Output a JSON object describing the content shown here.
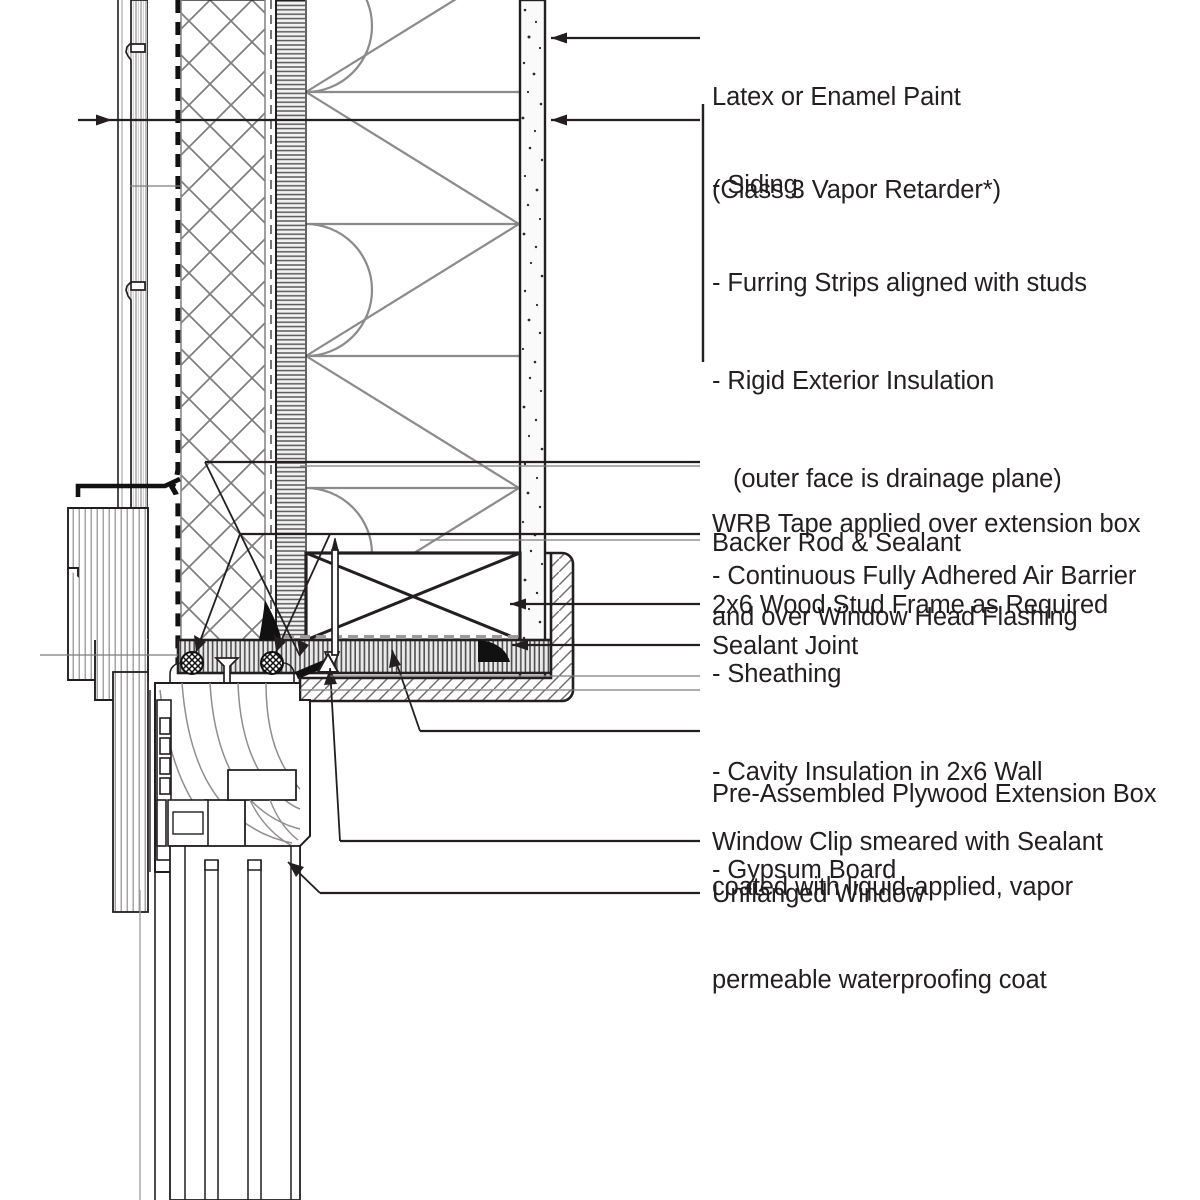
{
  "drawing": {
    "type": "architectural-wall-section-detail",
    "subject": "Window head detail — exterior insulated 2x6 wood frame wall with unflanged window and pre-assembled plywood extension box",
    "background_color": "#ffffff",
    "line_color": "#231f20",
    "hatch_color": "#6d6d6d",
    "text_color": "#231f20"
  },
  "labels": {
    "paint": {
      "line1": "Latex or Enamel Paint",
      "line2": "(Class 3 Vapor Retarder*)"
    },
    "assembly_list": {
      "items": [
        "- Siding",
        "- Furring Strips aligned with studs",
        "- Rigid Exterior Insulation",
        "   (outer face is drainage plane)",
        "- Continuous Fully Adhered Air Barrier",
        "- Sheathing",
        "- Cavity Insulation in 2x6 Wall",
        "- Gypsum Board"
      ]
    },
    "wrb_tape": {
      "line1": "WRB Tape applied over extension box",
      "line2": "and over Window Head Flashing"
    },
    "backer_rod": "Backer Rod & Sealant",
    "stud_frame": "2x6 Wood Stud Frame as Required",
    "sealant_joint": "Sealant Joint",
    "extension_box": {
      "line1": "Pre-Assembled Plywood Extension Box",
      "line2": "coated with liquid-applied, vapor",
      "line3": "permeable waterproofing coat"
    },
    "window_clip": "Window Clip smeared with Sealant",
    "unflanged_window": "Unflanged Window"
  },
  "layers": [
    {
      "name": "siding",
      "hatch": "vertical-grain"
    },
    {
      "name": "furring-strip-cavity",
      "hatch": "none"
    },
    {
      "name": "air-barrier",
      "hatch": "heavy-dashed-line"
    },
    {
      "name": "rigid-exterior-insulation",
      "hatch": "cross-diagonal"
    },
    {
      "name": "sheathing",
      "hatch": "horizontal-fine"
    },
    {
      "name": "cavity-insulation",
      "hatch": "batt-serpentine"
    },
    {
      "name": "gypsum-board",
      "hatch": "speckle"
    },
    {
      "name": "plywood-extension-box",
      "hatch": "diagonal"
    },
    {
      "name": "window-head-flashing",
      "hatch": "solid-black"
    },
    {
      "name": "backer-rod",
      "hatch": "crosshatch-circle"
    },
    {
      "name": "unflanged-window",
      "hatch": "wood-curve"
    }
  ]
}
